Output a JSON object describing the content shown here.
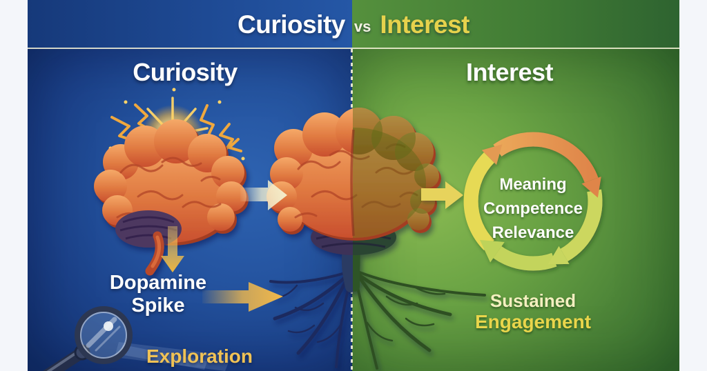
{
  "header": {
    "title_left": "Curiosity",
    "title_vs": "vs",
    "title_right": "Interest"
  },
  "left_panel": {
    "heading": "Curiosity",
    "dopamine_line1": "Dopamine",
    "dopamine_line2": "Spike",
    "exploration_label": "Exploration"
  },
  "right_panel": {
    "heading": "Interest",
    "cycle_labels": [
      "Meaning",
      "Competence",
      "Relevance"
    ],
    "sustained_line1": "Sustained",
    "sustained_line2": "Engagement"
  },
  "icons": {
    "spark_burst": "starburst-with-lightning",
    "curiosity_brain": "brain-illustration",
    "transition_brain": "brain-with-roots",
    "magnifying_glass": "magnifier-lens-with-handle",
    "cycle_arrows": "circular-clockwise-arrows",
    "brain_transfer_arrow": "arrow-right",
    "dopamine_down_arrow": "arrow-down",
    "dopamine_side_arrow": "arrow-right",
    "to_cycle_arrow": "arrow-right"
  },
  "colors": {
    "blue_panel": "#24539f",
    "green_panel": "#5f9a3e",
    "title_yellow": "#e6d24c",
    "gold_accent": "#f0c255",
    "white_text": "#ffffff",
    "brain_orange": "#e8824a",
    "cycle_orange": "#e08c4c",
    "cycle_yellow": "#e6da55",
    "cycle_green": "#c3d45c",
    "spark_yellow": "#ffd468"
  }
}
